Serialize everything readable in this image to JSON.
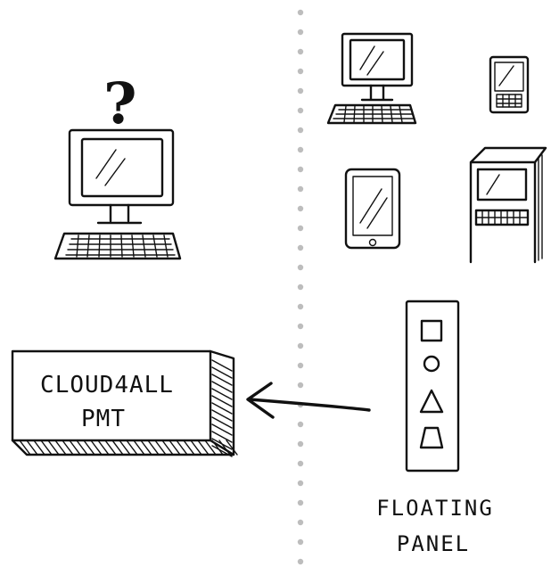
{
  "colors": {
    "ink": "#111111",
    "divider_dot": "#bdbdbd",
    "background": "#ffffff"
  },
  "left_computer": {
    "question_mark": "?"
  },
  "pmt_box": {
    "line1": "CLOUD4ALL",
    "line2": "PMT"
  },
  "floating_panel": {
    "shapes": [
      "square-icon",
      "circle-icon",
      "triangle-icon",
      "trapezoid-icon"
    ],
    "caption_line1": "FLOATING",
    "caption_line2": "PANEL"
  },
  "devices": [
    "desktop-computer-icon",
    "smartphone-icon",
    "tablet-icon",
    "atm-kiosk-icon"
  ]
}
